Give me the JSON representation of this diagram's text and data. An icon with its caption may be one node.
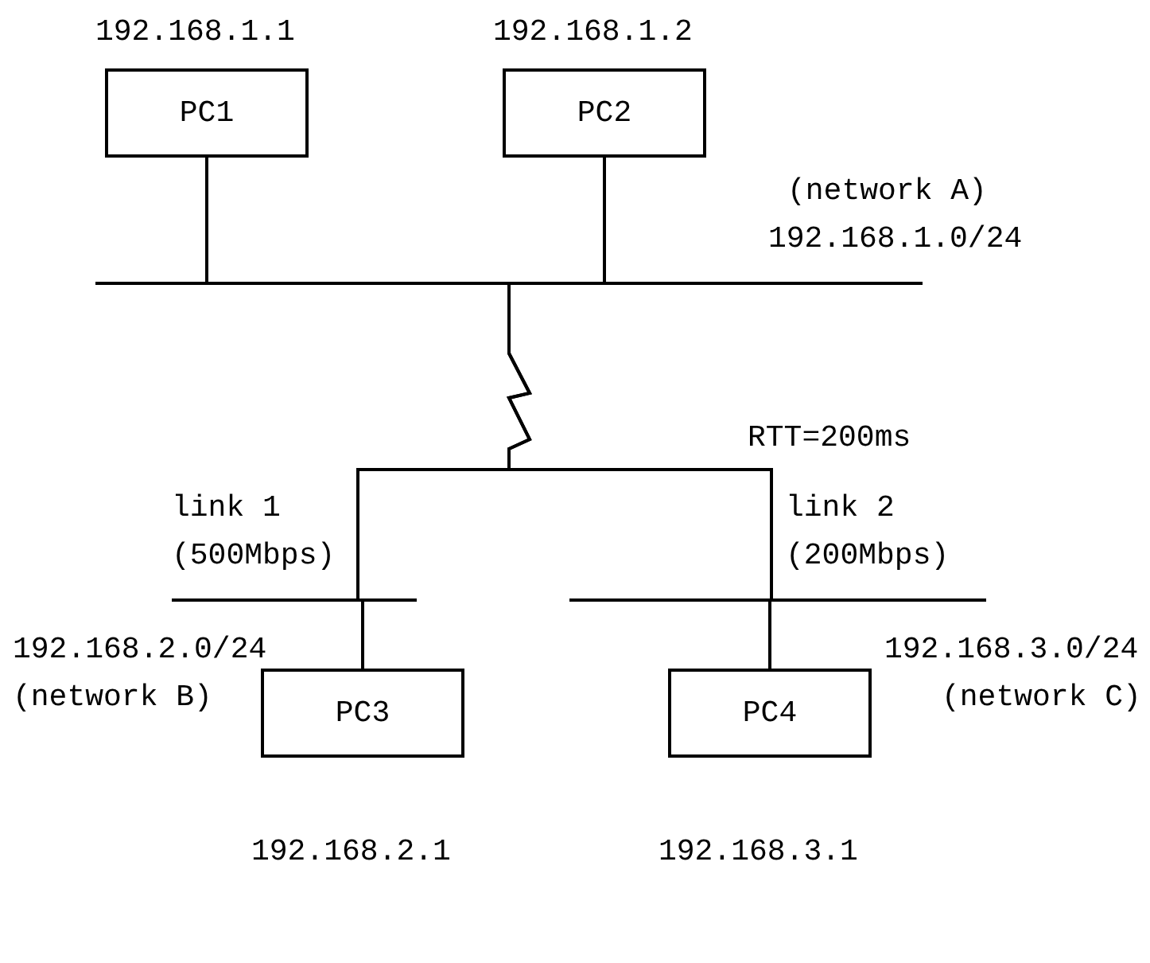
{
  "diagram": {
    "nodes": [
      {
        "text": [
          "PC1"
        ],
        "beside": [
          "192.168.1.1"
        ]
      },
      {
        "text": [
          "PC2"
        ],
        "beside": [
          "192.168.1.2"
        ]
      },
      {
        "text": [],
        "shape": "bar"
      },
      {
        "text": [],
        "shape": "bar"
      },
      {
        "text": [],
        "shape": "bar"
      },
      {
        "text": [
          "PC3"
        ],
        "beside": [
          "192.168.2.1"
        ]
      },
      {
        "text": [
          "PC4"
        ],
        "beside": [
          "192.168.3.1"
        ]
      }
    ],
    "edges": [
      {
        "from": 0,
        "to": 2,
        "arrow": "none"
      },
      {
        "from": 1,
        "to": 2,
        "arrow": "none"
      },
      {
        "from": 2,
        "to": 3,
        "arrow": "none",
        "label": "link 1 (500Mbps)"
      },
      {
        "from": 2,
        "to": 4,
        "arrow": "none",
        "label": "link 2 (200Mbps)"
      },
      {
        "from": 3,
        "to": 5,
        "arrow": "none"
      },
      {
        "from": 4,
        "to": 6,
        "arrow": "none"
      }
    ],
    "labels": [
      "(network A)",
      "192.168.1.0/24",
      "RTT=200ms",
      "192.168.2.0/24",
      "(network B)",
      "192.168.3.0/24",
      "(network C)"
    ]
  }
}
